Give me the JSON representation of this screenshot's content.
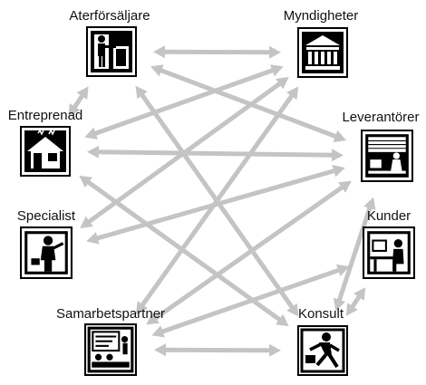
{
  "nodes": [
    {
      "id": "aterforsaljare",
      "label": "Aterförsäljare",
      "icon": "presenter-icon"
    },
    {
      "id": "myndigheter",
      "label": "Myndigheter",
      "icon": "government-building-icon"
    },
    {
      "id": "entreprenad",
      "label": "Entreprenad",
      "icon": "construction-house-icon"
    },
    {
      "id": "leverantorer",
      "label": "Leverantörer",
      "icon": "warehouse-worker-icon"
    },
    {
      "id": "specialist",
      "label": "Specialist",
      "icon": "specialist-person-icon"
    },
    {
      "id": "kunder",
      "label": "Kunder",
      "icon": "computer-user-icon"
    },
    {
      "id": "samarbetspartner",
      "label": "Samarbetspartner",
      "icon": "meeting-icon"
    },
    {
      "id": "konsult",
      "label": "Konsult",
      "icon": "running-consultant-icon"
    }
  ],
  "connections": [
    [
      "aterforsaljare",
      "myndigheter"
    ],
    [
      "aterforsaljare",
      "leverantorer"
    ],
    [
      "aterforsaljare",
      "entreprenad"
    ],
    [
      "aterforsaljare",
      "konsult"
    ],
    [
      "myndigheter",
      "specialist"
    ],
    [
      "myndigheter",
      "entreprenad"
    ],
    [
      "entreprenad",
      "leverantorer"
    ],
    [
      "entreprenad",
      "konsult"
    ],
    [
      "specialist",
      "leverantorer"
    ],
    [
      "leverantorer",
      "samarbetspartner"
    ],
    [
      "kunder",
      "samarbetspartner"
    ],
    [
      "kunder",
      "konsult"
    ],
    [
      "samarbetspartner",
      "myndigheter"
    ],
    [
      "samarbetspartner",
      "konsult"
    ],
    [
      "leverantorer",
      "konsult"
    ]
  ]
}
